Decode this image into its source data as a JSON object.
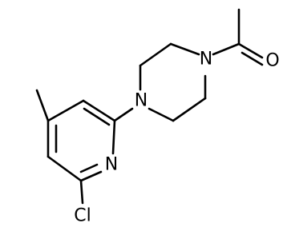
{
  "molecule": {
    "atoms": {
      "n_ring_pyridine": "N",
      "cl": "Cl",
      "n_piperazine_left": "N",
      "n_piperazine_right": "N",
      "o_carbonyl": "O"
    }
  },
  "colors": {
    "bond": "#000000",
    "label": "#000000",
    "background": "#ffffff"
  }
}
